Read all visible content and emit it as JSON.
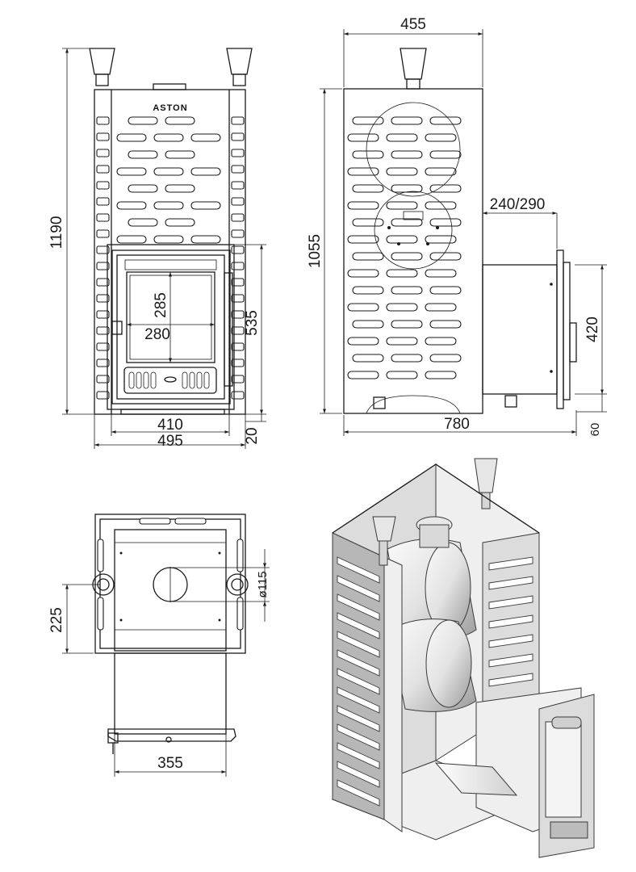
{
  "brand": "ASTON",
  "dimensions": {
    "height_total": "1190",
    "height_body": "1055",
    "width_top": "455",
    "flue_offset": "240/290",
    "glass_height": "285",
    "glass_width": "280",
    "door_height": "535",
    "inner_width": "410",
    "outer_width": "495",
    "leg_front": "20",
    "tunnel_height": "420",
    "depth_total": "780",
    "leg_side": "60",
    "flue_diameter": "ø115",
    "pipe_offset": "225",
    "tunnel_width": "355"
  }
}
